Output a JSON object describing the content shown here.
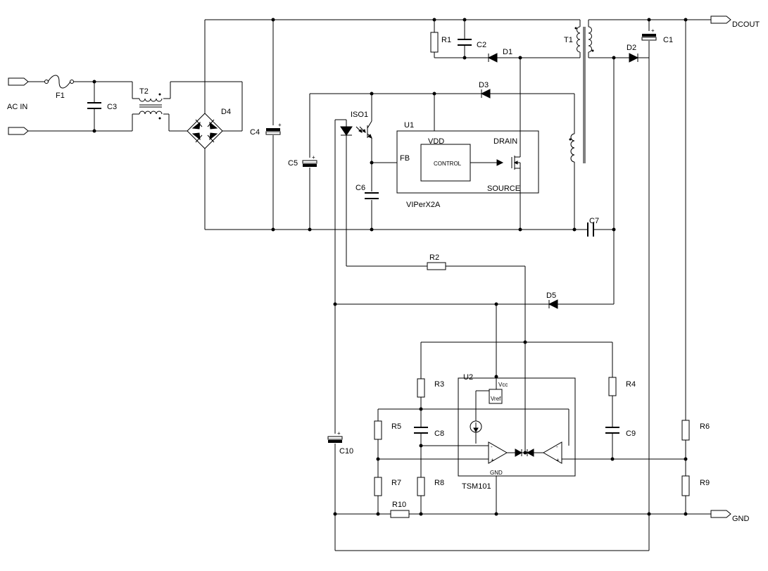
{
  "ports": {
    "ac_in": "AC IN",
    "dcout": "DCOUT",
    "gnd": "GND"
  },
  "fuses": {
    "f1": "F1"
  },
  "transformers": {
    "t1": "T1",
    "t2": "T2"
  },
  "bridge": {
    "d4": "D4"
  },
  "diodes": {
    "d1": "D1",
    "d2": "D2",
    "d3": "D3",
    "d5": "D5"
  },
  "capacitors": {
    "c1": "C1",
    "c2": "C2",
    "c3": "C3",
    "c4": "C4",
    "c5": "C5",
    "c6": "C6",
    "c7": "C7",
    "c8": "C8",
    "c9": "C9",
    "c10": "C10"
  },
  "resistors": {
    "r1": "R1",
    "r2": "R2",
    "r3": "R3",
    "r4": "R4",
    "r5": "R5",
    "r6": "R6",
    "r7": "R7",
    "r8": "R8",
    "r9": "R9",
    "r10": "R10"
  },
  "optocoupler": {
    "ref": "ISO1"
  },
  "u1": {
    "ref": "U1",
    "part": "VIPerX2A",
    "vdd": "VDD",
    "drain": "DRAIN",
    "fb": "FB",
    "source": "SOURCE",
    "control": "CONTROL"
  },
  "u2": {
    "ref": "U2",
    "part": "TSM101",
    "vcc": "Vcc",
    "vref": "Vref",
    "gnd": "GND"
  }
}
